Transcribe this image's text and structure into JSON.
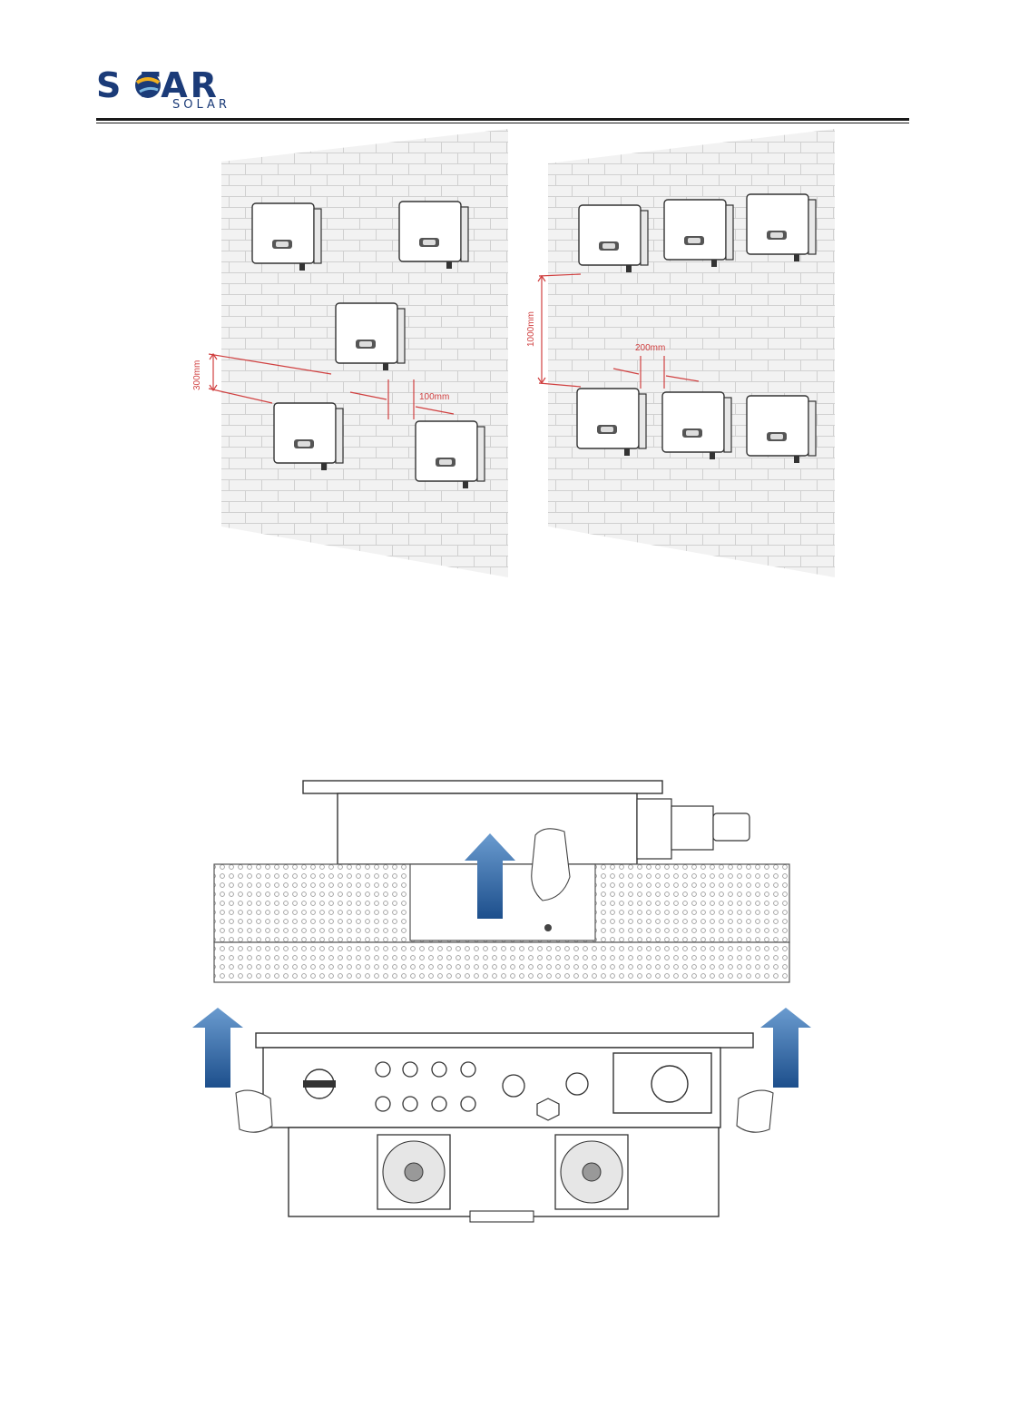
{
  "header": {
    "logo_main": "S FAR",
    "logo_sub": "SOLAR"
  },
  "figure1": {
    "left_wall": {
      "vertical_gap": "300mm",
      "horizontal_gap": "100mm"
    },
    "right_wall": {
      "vertical_gap": "1000mm",
      "horizontal_gap": "200mm"
    }
  },
  "colors": {
    "brand": "#1b3b78",
    "dimension": "#d04040",
    "arrow": "#2f66a3"
  }
}
